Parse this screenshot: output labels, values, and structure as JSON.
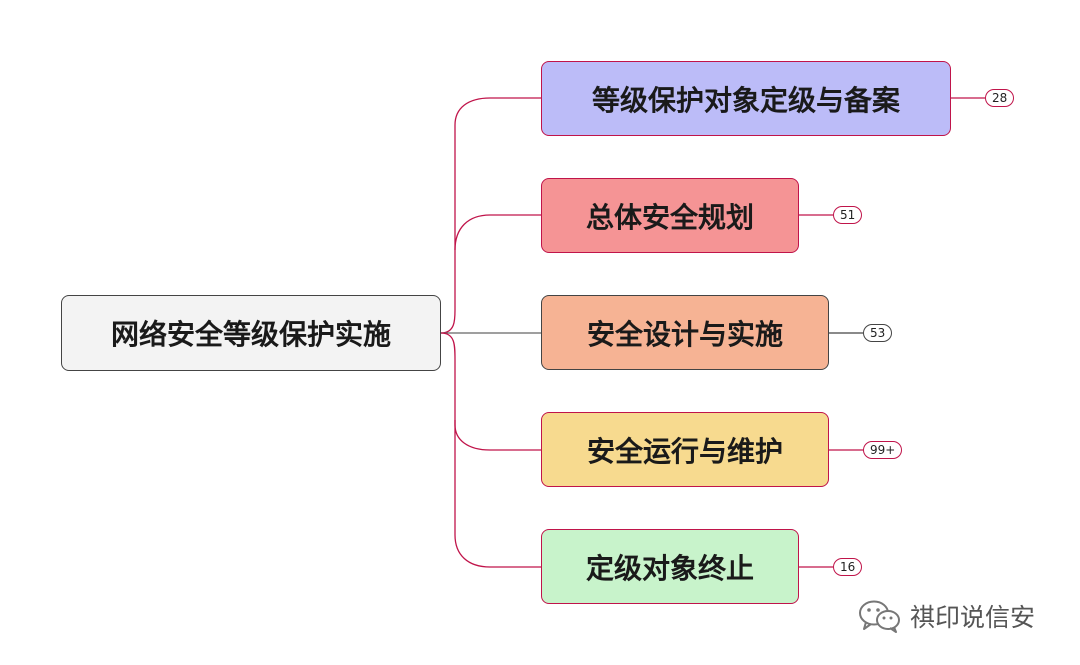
{
  "root": {
    "label": "网络安全等级保护实施"
  },
  "branches": [
    {
      "label": "等级保护对象定级与备案",
      "count": "28"
    },
    {
      "label": "总体安全规划",
      "count": "51"
    },
    {
      "label": "安全设计与实施",
      "count": "53"
    },
    {
      "label": "安全运行与维护",
      "count": "99+"
    },
    {
      "label": "定级对象终止",
      "count": "16"
    }
  ],
  "colors": {
    "connector": "#c0144a",
    "branch_fills": [
      "#bcbcf8",
      "#f59495",
      "#f6b394",
      "#f7da8f",
      "#c8f3cb"
    ]
  },
  "watermark": {
    "icon": "wechat-icon",
    "text": "祺印说信安"
  }
}
